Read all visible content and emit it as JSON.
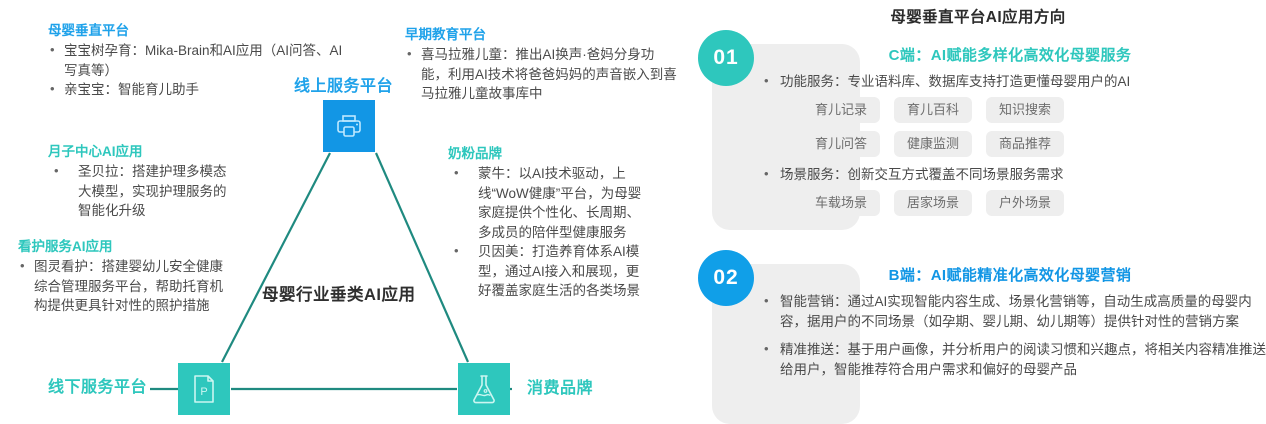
{
  "diagram": {
    "center_title": "母婴行业垂类AI应用",
    "blocks": [
      {
        "id": "vertical",
        "heading": "母婴垂直平台",
        "heading_color": "#1fa2ea",
        "bullets": [
          "宝宝树孕育：Mika-Brain和AI应用（AI问答、AI写真等）",
          "亲宝宝：智能育儿助手"
        ]
      },
      {
        "id": "early-education",
        "heading": "早期教育平台",
        "heading_color": "#1fa2ea",
        "bullets": [
          "喜马拉雅儿童：推出AI换声·爸妈分身功能，利用AI技术将爸爸妈妈的声音嵌入到喜马拉雅儿童故事库中"
        ]
      },
      {
        "id": "confinement-center",
        "heading": "月子中心AI应用",
        "heading_color": "#2ec7bd",
        "bullets": [
          "圣贝拉：搭建护理多模态大模型，实现护理服务的智能化升级"
        ]
      },
      {
        "id": "care-service",
        "heading": "看护服务AI应用",
        "heading_color": "#2ec7bd",
        "bullets": [
          "图灵看护：搭建婴幼儿安全健康综合管理服务平台，帮助托育机构提供更具针对性的照护措施"
        ]
      },
      {
        "id": "milk-powder",
        "heading": "奶粉品牌",
        "heading_color": "#2ec7bd",
        "bullets": [
          "蒙牛：以AI技术驱动，上线“WoW健康”平台，为母婴家庭提供个性化、长周期、多成员的陪伴型健康服务",
          "贝因美：打造养育体系AI模型，通过AI接入和展现，更好覆盖家庭生活的各类场景"
        ]
      }
    ],
    "nodes": [
      {
        "id": "online",
        "label": "线上服务平台",
        "label_color": "#1fa2ea",
        "box_color": "#1296e5",
        "icon": "printer-icon"
      },
      {
        "id": "offline",
        "label": "线下服务平台",
        "label_color": "#2ec7bd",
        "box_color": "#2ec7bd",
        "icon": "document-p-icon"
      },
      {
        "id": "consumer",
        "label": "消费品牌",
        "label_color": "#2ec7bd",
        "box_color": "#2ec7bd",
        "icon": "flask-icon"
      }
    ],
    "line_color": "#1f8a80"
  },
  "right": {
    "title": "母婴垂直平台AI应用方向",
    "sections": [
      {
        "number": "01",
        "badge_color": "#2ec7bd",
        "heading": "C端：AI赋能多样化高效化母婴服务",
        "heading_color": "#2ec7bd",
        "bullets": [
          {
            "text": "功能服务：专业语料库、数据库支持打造更懂母婴用户的AI",
            "chips": [
              [
                "育儿记录",
                "育儿百科",
                "知识搜索"
              ],
              [
                "育儿问答",
                "健康监测",
                "商品推荐"
              ]
            ]
          },
          {
            "text": "场景服务：创新交互方式覆盖不同场景服务需求",
            "chips": [
              [
                "车载场景",
                "居家场景",
                "户外场景"
              ]
            ]
          }
        ]
      },
      {
        "number": "02",
        "badge_color": "#109fe8",
        "heading": "B端：AI赋能精准化高效化母婴营销",
        "heading_color": "#1296e5",
        "bullets": [
          {
            "text": "智能营销：通过AI实现智能内容生成、场景化营销等，自动生成高质量的母婴内容，据用户的不同场景（如孕期、婴儿期、幼儿期等）提供针对性的营销方案",
            "chips": []
          },
          {
            "text": "精准推送：基于用户画像，并分析用户的阅读习惯和兴趣点，将相关内容精准推送给用户，智能推荐符合用户需求和偏好的母婴产品",
            "chips": []
          }
        ]
      }
    ]
  }
}
